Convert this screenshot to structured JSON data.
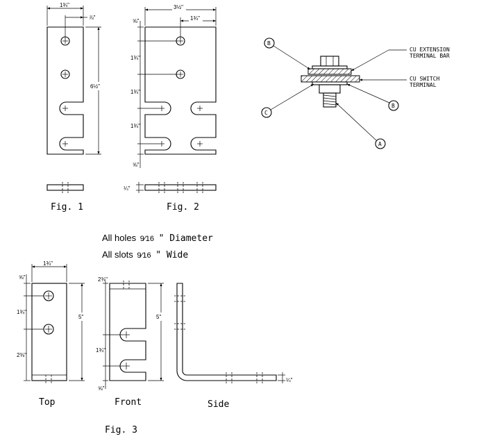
{
  "fig1": {
    "caption": "Fig. 1",
    "dim_width": "1¾\"",
    "dim_hole_offset": "⅞\"",
    "dim_height": "6½\""
  },
  "fig2": {
    "caption": "Fig. 2",
    "dim_width": "3½\"",
    "dim_hole_offset": "1¾\"",
    "dim_top": "⅝\"",
    "dim_s1": "1¾\"",
    "dim_s2": "1¾\"",
    "dim_s3": "1¾\"",
    "dim_bottom": "⅝\"",
    "dim_thickness": "¼\""
  },
  "assembly": {
    "label_b_top": "B",
    "label_b_right": "B",
    "label_c": "C",
    "label_a": "A",
    "cu_extension_line1": "CU EXTENSION",
    "cu_extension_line2": "TERMINAL BAR",
    "cu_switch_line1": "CU SWITCH",
    "cu_switch_line2": "TERMINAL"
  },
  "notes": {
    "holes_prefix": "All holes",
    "holes_size": "9⁄16",
    "holes_suffix": "\" Diameter",
    "slots_prefix": "All slots",
    "slots_size": "9⁄16",
    "slots_suffix": "\" Wide"
  },
  "fig3": {
    "caption": "Fig. 3",
    "top": {
      "caption": "Top",
      "dim_width": "1¾\"",
      "dim_top": "⅝\"",
      "dim_s1": "1¾\"",
      "dim_s2": "2⅜\"",
      "dim_height": "5\""
    },
    "front": {
      "caption": "Front",
      "dim_top": "2⅜\"",
      "dim_s1": "1¾\"",
      "dim_bottom": "⅝\"",
      "dim_height": "5\""
    },
    "side": {
      "caption": "Side",
      "dim_thickness": "¼\""
    }
  }
}
